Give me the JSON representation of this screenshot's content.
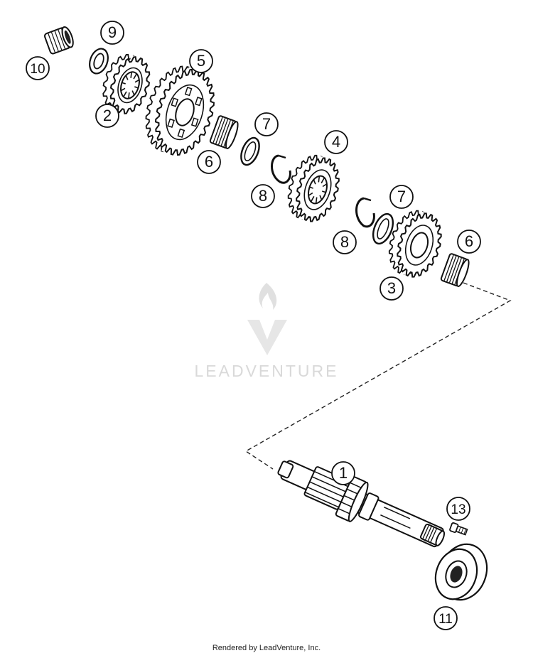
{
  "diagram": {
    "callouts": [
      {
        "id": "c10",
        "label": "10"
      },
      {
        "id": "c9",
        "label": "9"
      },
      {
        "id": "c2",
        "label": "2"
      },
      {
        "id": "c5",
        "label": "5"
      },
      {
        "id": "c6a",
        "label": "6"
      },
      {
        "id": "c7a",
        "label": "7"
      },
      {
        "id": "c8a",
        "label": "8"
      },
      {
        "id": "c4",
        "label": "4"
      },
      {
        "id": "c7b",
        "label": "7"
      },
      {
        "id": "c8b",
        "label": "8"
      },
      {
        "id": "c6b",
        "label": "6"
      },
      {
        "id": "c3",
        "label": "3"
      },
      {
        "id": "c1",
        "label": "1"
      },
      {
        "id": "c13",
        "label": "13"
      },
      {
        "id": "c11",
        "label": "11"
      }
    ]
  },
  "watermark": {
    "text": "LEADVENTURE"
  },
  "footer": {
    "text": "Rendered by LeadVenture, Inc."
  }
}
